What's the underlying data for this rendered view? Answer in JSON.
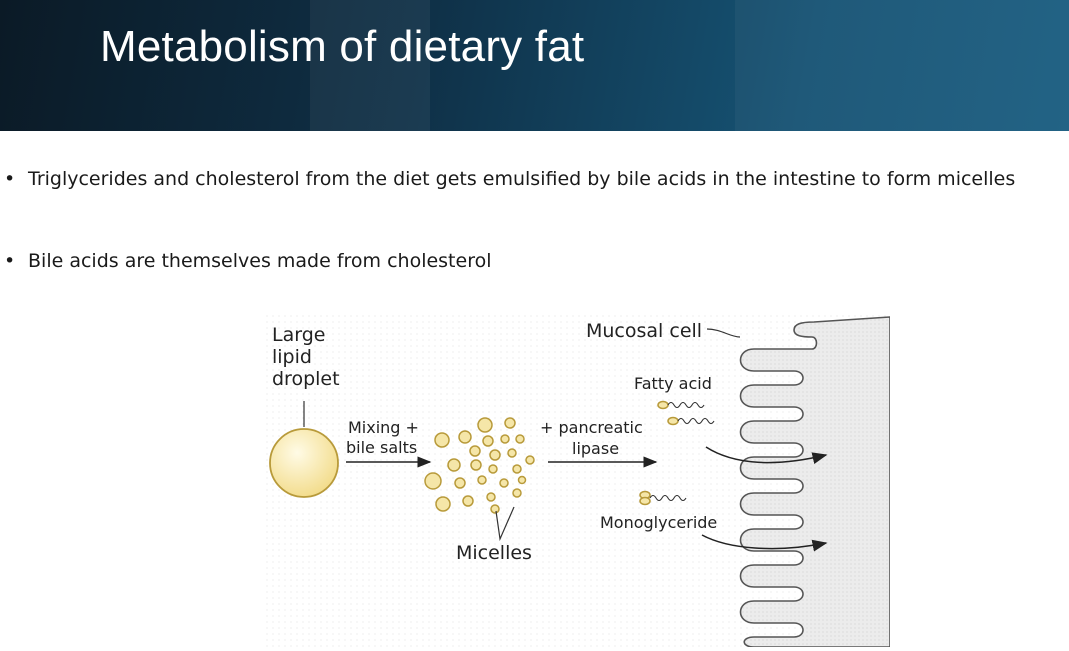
{
  "slide": {
    "title": "Metabolism of dietary fat",
    "bullets": [
      "Triglycerides and cholesterol from the diet gets emulsified by bile acids in the intestine to form micelles",
      "Bile acids are themselves made from cholesterol"
    ],
    "bullet_symbol": "•"
  },
  "figure": {
    "labels": {
      "droplet_line1": "Large",
      "droplet_line2": "lipid",
      "droplet_line3": "droplet",
      "mixing_line1": "Mixing +",
      "mixing_line2": "bile salts",
      "micelles": "Micelles",
      "lipase_line1": "+ pancreatic",
      "lipase_line2": "lipase",
      "mucosal_cell": "Mucosal cell",
      "fatty_acid": "Fatty acid",
      "monoglyceride": "Monoglyceride"
    },
    "colors": {
      "header_dark": "#0b1a26",
      "header_light": "#1a5d80",
      "lipid_fill": "#f5e6a8",
      "lipid_stroke": "#b89a3a",
      "cell_fill": "#ebebeb",
      "cell_stroke": "#555555"
    }
  }
}
